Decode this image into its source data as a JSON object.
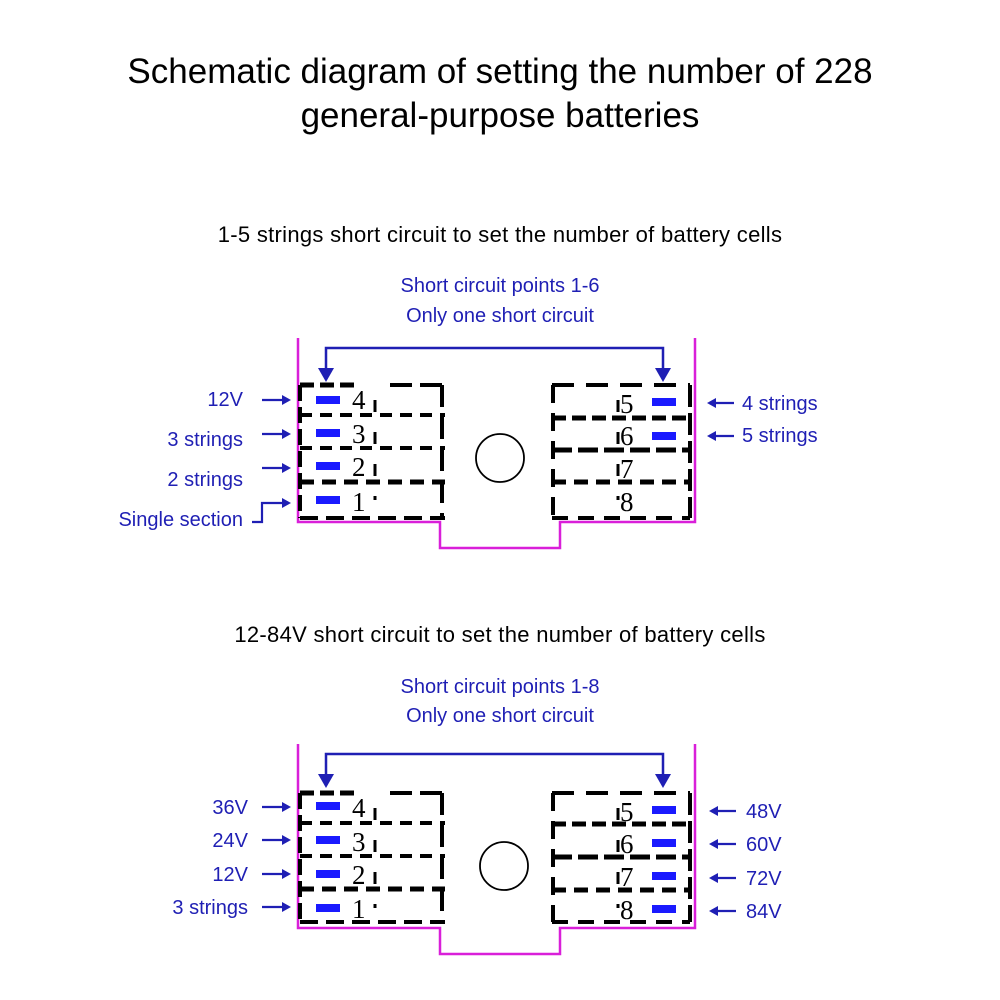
{
  "title_line1": "Schematic diagram of setting the number of 228",
  "title_line2": "general-purpose batteries",
  "colors": {
    "text": "#000000",
    "label": "#1f1fb4",
    "board": "#d91fd9",
    "pad": "#1a1aff"
  },
  "section1": {
    "heading": "1-5 strings short circuit to set the number of battery cells",
    "note_line1": "Short circuit points 1-6",
    "note_line2": "Only one short circuit",
    "left_labels": [
      "12V",
      "3 strings",
      "2 strings",
      "Single section"
    ],
    "right_labels": [
      "4 strings",
      "5 strings"
    ],
    "left_numbers": [
      "4",
      "3",
      "2",
      "1"
    ],
    "right_numbers": [
      "5",
      "6",
      "7",
      "8"
    ]
  },
  "section2": {
    "heading": "12-84V short circuit to set the number of battery cells",
    "note_line1": "Short circuit points 1-8",
    "note_line2": "Only one short circuit",
    "left_labels": [
      "36V",
      "24V",
      "12V",
      "3 strings"
    ],
    "right_labels": [
      "48V",
      "60V",
      "72V",
      "84V"
    ],
    "left_numbers": [
      "4",
      "3",
      "2",
      "1"
    ],
    "right_numbers": [
      "5",
      "6",
      "7",
      "8"
    ]
  }
}
